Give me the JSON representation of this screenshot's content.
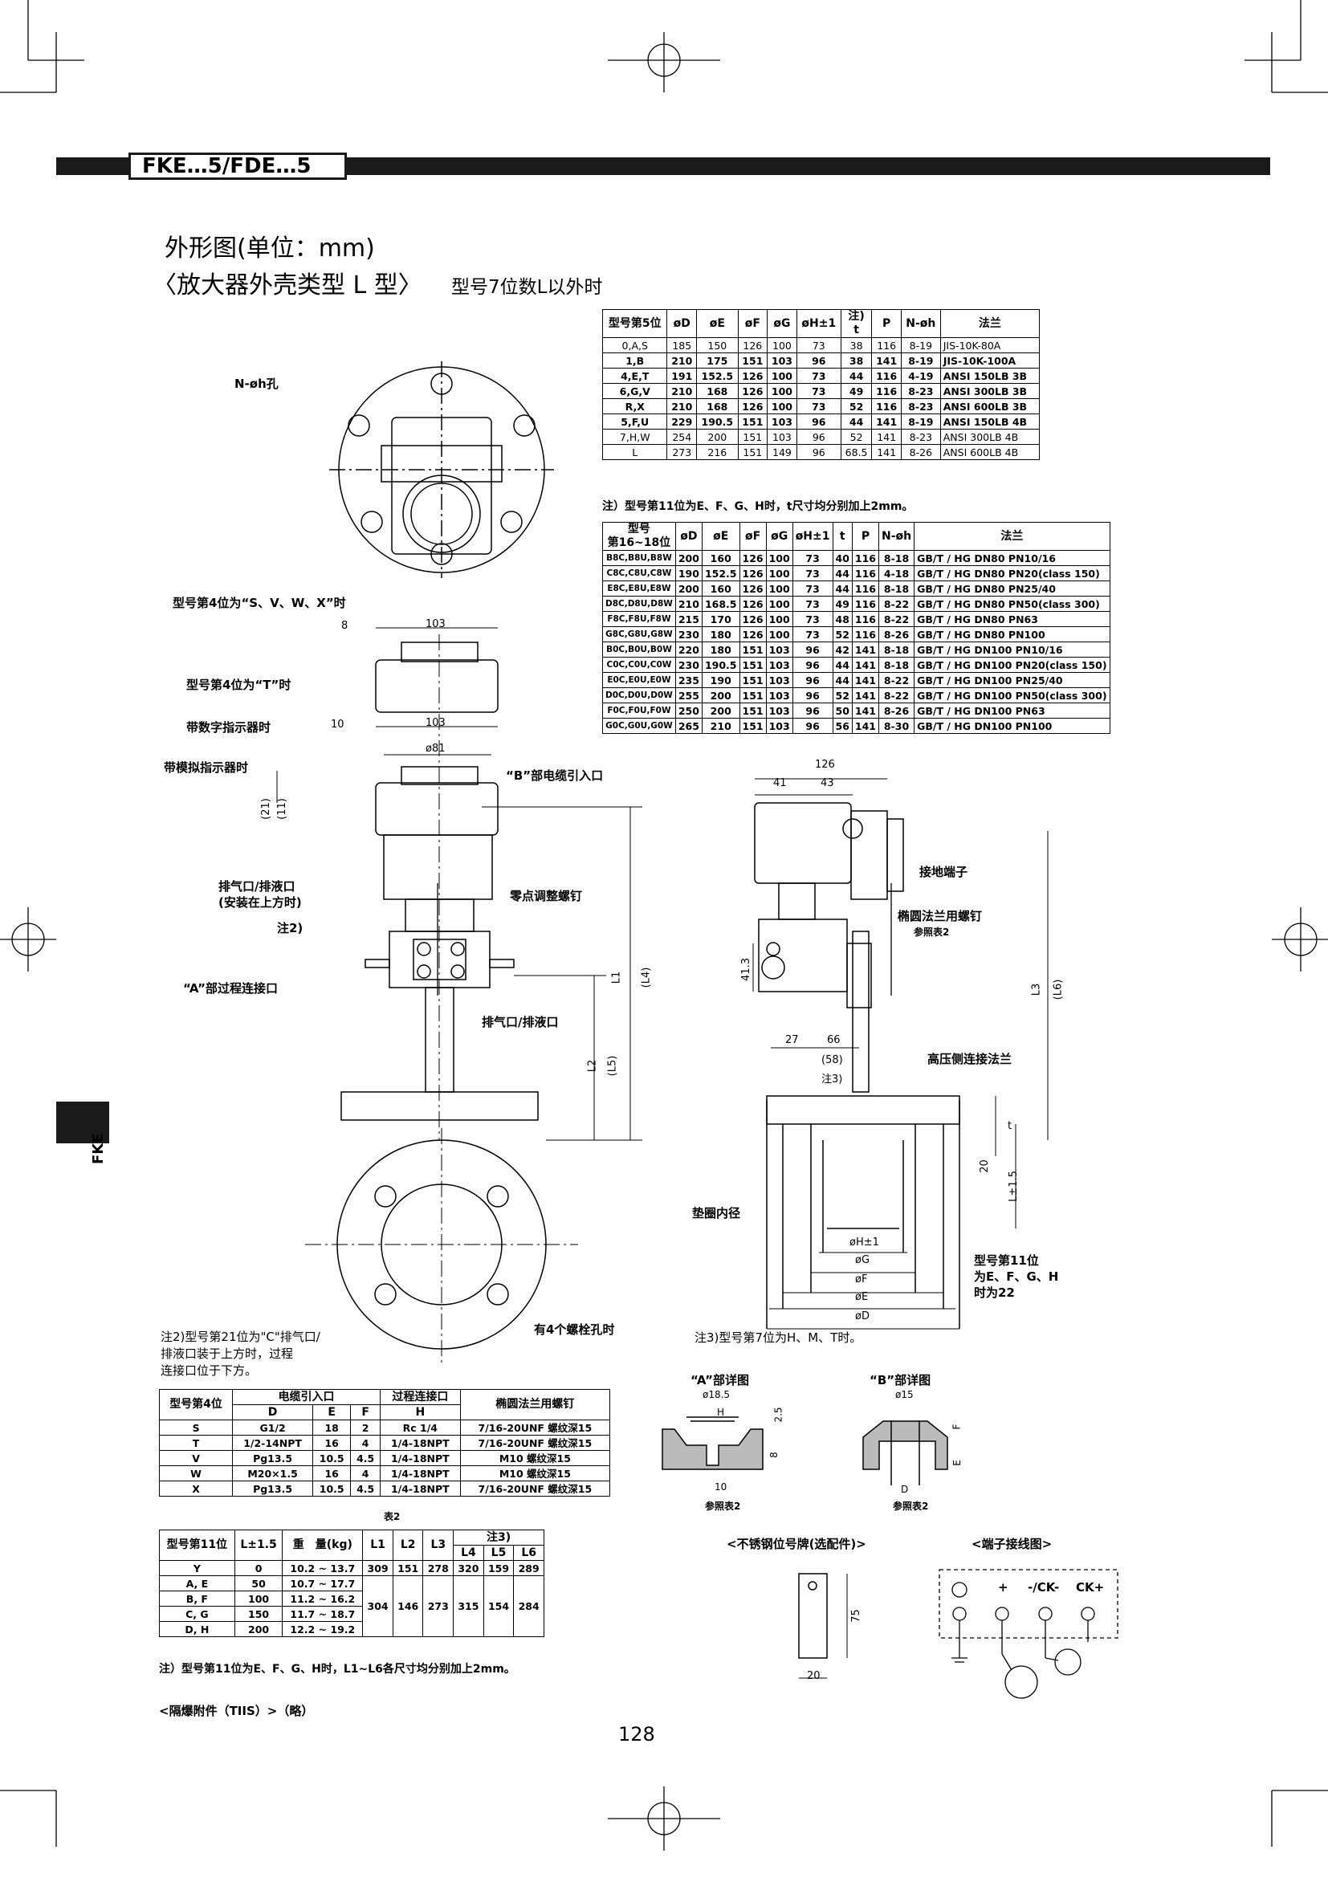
{
  "header": {
    "series": "FKE…5/FDE…5",
    "side_tab": "FKE",
    "page_number": "128"
  },
  "titles": {
    "outline": "外形图(单位：mm)",
    "housing": "〈放大器外壳类型 L 型〉",
    "housing_note": "型号7位数L以外时"
  },
  "table1": {
    "headers": [
      "型号第5位",
      "øD",
      "øE",
      "øF",
      "øG",
      "øH±1",
      "注)\nt",
      "P",
      "N-øh",
      "法兰"
    ],
    "rows": [
      [
        "0,A,S",
        "185",
        "150",
        "126",
        "100",
        "73",
        "38",
        "116",
        "8-19",
        "JIS-10K-80A"
      ],
      [
        "1,B",
        "210",
        "175",
        "151",
        "103",
        "96",
        "38",
        "141",
        "8-19",
        "JIS-10K-100A"
      ],
      [
        "4,E,T",
        "191",
        "152.5",
        "126",
        "100",
        "73",
        "44",
        "116",
        "4-19",
        "ANSI 150LB 3B"
      ],
      [
        "6,G,V",
        "210",
        "168",
        "126",
        "100",
        "73",
        "49",
        "116",
        "8-23",
        "ANSI 300LB 3B"
      ],
      [
        "R,X",
        "210",
        "168",
        "126",
        "100",
        "73",
        "52",
        "116",
        "8-23",
        "ANSI 600LB 3B"
      ],
      [
        "5,F,U",
        "229",
        "190.5",
        "151",
        "103",
        "96",
        "44",
        "141",
        "8-19",
        "ANSI 150LB 4B"
      ],
      [
        "7,H,W",
        "254",
        "200",
        "151",
        "103",
        "96",
        "52",
        "141",
        "8-23",
        "ANSI 300LB 4B"
      ],
      [
        "L",
        "273",
        "216",
        "151",
        "149",
        "96",
        "68.5",
        "141",
        "8-26",
        "ANSI 600LB 4B"
      ]
    ],
    "note": "注）型号第11位为E、F、G、H时，t尺寸均分别加上2mm。"
  },
  "table2": {
    "headers": [
      "型号\n第16~18位",
      "øD",
      "øE",
      "øF",
      "øG",
      "øH±1",
      "t",
      "P",
      "N-øh",
      "法兰"
    ],
    "rows": [
      [
        "B8C,B8U,B8W",
        "200",
        "160",
        "126",
        "100",
        "73",
        "40",
        "116",
        "8-18",
        "GB/T / HG DN80 PN10/16"
      ],
      [
        "C8C,C8U,C8W",
        "190",
        "152.5",
        "126",
        "100",
        "73",
        "44",
        "116",
        "4-18",
        "GB/T / HG DN80 PN20(class 150)"
      ],
      [
        "E8C,E8U,E8W",
        "200",
        "160",
        "126",
        "100",
        "73",
        "44",
        "116",
        "8-18",
        "GB/T / HG DN80 PN25/40"
      ],
      [
        "D8C,D8U,D8W",
        "210",
        "168.5",
        "126",
        "100",
        "73",
        "49",
        "116",
        "8-22",
        "GB/T / HG DN80 PN50(class 300)"
      ],
      [
        "F8C,F8U,F8W",
        "215",
        "170",
        "126",
        "100",
        "73",
        "48",
        "116",
        "8-22",
        "GB/T / HG DN80 PN63"
      ],
      [
        "G8C,G8U,G8W",
        "230",
        "180",
        "126",
        "100",
        "73",
        "52",
        "116",
        "8-26",
        "GB/T / HG DN80 PN100"
      ],
      [
        "B0C,B0U,B0W",
        "220",
        "180",
        "151",
        "103",
        "96",
        "42",
        "141",
        "8-18",
        "GB/T / HG DN100 PN10/16"
      ],
      [
        "C0C,C0U,C0W",
        "230",
        "190.5",
        "151",
        "103",
        "96",
        "44",
        "141",
        "8-18",
        "GB/T / HG DN100 PN20(class 150)"
      ],
      [
        "E0C,E0U,E0W",
        "235",
        "190",
        "151",
        "103",
        "96",
        "44",
        "141",
        "8-22",
        "GB/T / HG DN100 PN25/40"
      ],
      [
        "D0C,D0U,D0W",
        "255",
        "200",
        "151",
        "103",
        "96",
        "52",
        "141",
        "8-22",
        "GB/T / HG DN100 PN50(class 300)"
      ],
      [
        "F0C,F0U,F0W",
        "250",
        "200",
        "151",
        "103",
        "96",
        "50",
        "141",
        "8-26",
        "GB/T / HG DN100 PN63"
      ],
      [
        "G0C,G0U,G0W",
        "265",
        "210",
        "151",
        "103",
        "96",
        "56",
        "141",
        "8-30",
        "GB/T / HG DN100 PN100"
      ]
    ]
  },
  "table3": {
    "h1": "型号第4位",
    "h2": "电缆引入口",
    "h3": "过程连接口",
    "h4": "椭圆法兰用螺钉",
    "sub": [
      "D",
      "E",
      "F",
      "H"
    ],
    "rows": [
      [
        "S",
        "G1/2",
        "18",
        "2",
        "Rc 1/4",
        "7/16-20UNF 螺纹深15"
      ],
      [
        "T",
        "1/2-14NPT",
        "16",
        "4",
        "1/4-18NPT",
        "7/16-20UNF 螺纹深15"
      ],
      [
        "V",
        "Pg13.5",
        "10.5",
        "4.5",
        "1/4-18NPT",
        "M10 螺纹深15"
      ],
      [
        "W",
        "M20×1.5",
        "16",
        "4",
        "1/4-18NPT",
        "M10 螺纹深15"
      ],
      [
        "X",
        "Pg13.5",
        "10.5",
        "4.5",
        "1/4-18NPT",
        "7/16-20UNF 螺纹深15"
      ]
    ],
    "caption": "表2"
  },
  "table4": {
    "h": [
      "型号第11位",
      "L±1.5",
      "重　量(kg)",
      "L1",
      "L2",
      "L3",
      "注3)"
    ],
    "sub": [
      "L4",
      "L5",
      "L6"
    ],
    "rows": [
      [
        "Y",
        "0",
        "10.2 ~ 13.7"
      ],
      [
        "A, E",
        "50",
        "10.7 ~ 17.7"
      ],
      [
        "B, F",
        "100",
        "11.2 ~ 16.2"
      ],
      [
        "C, G",
        "150",
        "11.7 ~ 18.7"
      ],
      [
        "D, H",
        "200",
        "12.2 ~ 19.2"
      ]
    ],
    "dims_y": [
      "309",
      "151",
      "278",
      "320",
      "159",
      "289"
    ],
    "dims_other": [
      "304",
      "146",
      "273",
      "315",
      "154",
      "284"
    ],
    "note": "注）型号第11位为E、F、G、H时，L1~L6各尺寸均分别加上2mm。"
  },
  "footer_note": "<隔爆附件（TIIS）>（略）",
  "notes": {
    "n2": "注2)型号第21位为\"C\"排气口/\n排液口装于上方时，过程\n连接口位于下方。",
    "n3": "注3)型号第7位为H、M、T时。"
  },
  "labels": {
    "nh": "N-øh孔",
    "s_vwx": "型号第4位为“S、V、W、X”时",
    "t4": "型号第4位为“T”时",
    "digital": "带数字指示器时",
    "analog": "带模拟指示器时",
    "b_port": "“B”部电缆引入口",
    "zero": "零点调整螺钉",
    "vent1": "排气口/排液口",
    "vent1b": "(安装在上方时)",
    "note2ref": "注2)",
    "a_port": "“A”部过程连接口",
    "vent2": "排气口/排液口",
    "bolt4": "有4个螺栓孔时",
    "ground": "接地端子",
    "oval": "椭圆法兰用螺钉",
    "ref2": "参照表2",
    "hp_flange": "高压侧连接法兰",
    "gasket": "垫圈内径",
    "m11": "型号第11位\n为E、F、G、H\n时为22",
    "a_detail": "“A”部详图",
    "b_detail": "“B”部详图",
    "ref2a": "参照表2",
    "ref2b": "参照表2",
    "tag": "<不锈钢位号牌(选配件)>",
    "wiring": "<端子接线图>",
    "term1": "+",
    "term2": "-/CK-",
    "term3": "CK+"
  },
  "dims": {
    "d103a": "103",
    "d8": "8",
    "d10": "10",
    "d103b": "103",
    "d81": "ø81",
    "d21": "(21)",
    "d11": "(11)",
    "L1": "L1",
    "L4": "(L4)",
    "L2": "L2",
    "L5": "(L5)",
    "d126": "126",
    "d41": "41",
    "d43": "43",
    "d41_3": "41.3",
    "d27": "27",
    "d66": "66",
    "d58": "(58)",
    "n3": "注3)",
    "L3": "L3",
    "L6": "(L6)",
    "t": "t",
    "d20": "20",
    "L15": "L±1.5",
    "dH": "øH±1",
    "dG": "øG",
    "dF": "øF",
    "dE": "øE",
    "dD": "øD",
    "a185": "ø18.5",
    "aH": "H",
    "a25": "2.5",
    "a8": "8",
    "a10": "10",
    "b15": "ø15",
    "bF": "F",
    "bE": "E",
    "bD": "D",
    "tag75": "75",
    "tag20": "20"
  }
}
